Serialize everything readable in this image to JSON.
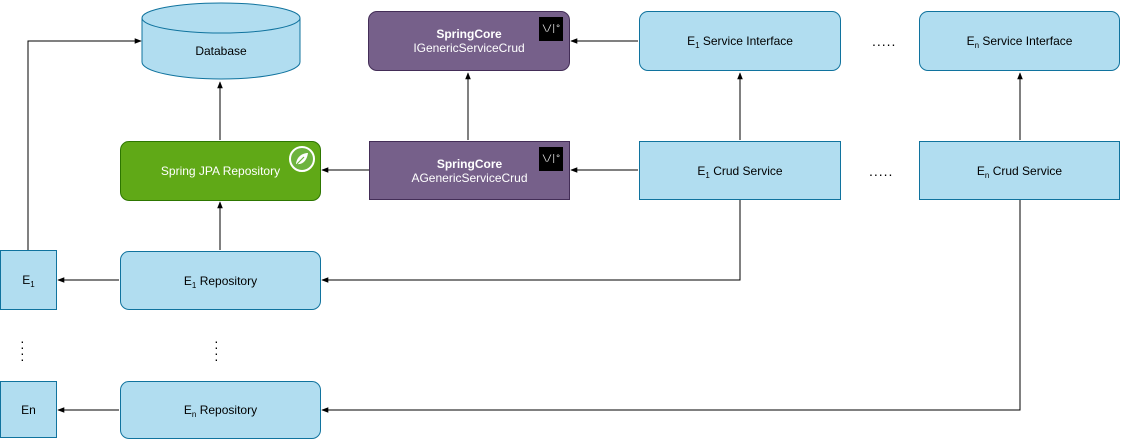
{
  "database": {
    "label": "Database"
  },
  "i_generic": {
    "title": "SpringCore",
    "subtitle": "IGenericServiceCrud"
  },
  "a_generic": {
    "title": "SpringCore",
    "subtitle": "AGenericServiceCrud"
  },
  "jpa": {
    "label": "Spring JPA Repository"
  },
  "e1_service_interface": {
    "prefix": "E",
    "sub": "1",
    "suffix": " Service Interface"
  },
  "en_service_interface": {
    "prefix": "E",
    "sub": "n",
    "suffix": " Service Interface"
  },
  "e1_crud_service": {
    "prefix": "E",
    "sub": "1",
    "suffix": " Crud Service"
  },
  "en_crud_service": {
    "prefix": "E",
    "sub": "n",
    "suffix": " Crud Service"
  },
  "e1_repository": {
    "prefix": "E",
    "sub": "1",
    "suffix": " Repository"
  },
  "en_repository": {
    "prefix": "E",
    "sub": "n",
    "suffix": " Repository"
  },
  "entity_e1": {
    "prefix": "E",
    "sub": "1"
  },
  "entity_en": {
    "label": "En"
  },
  "ellipsis_h": ".....",
  "ellipsis_v": "⋮",
  "icons": {
    "springcore": "springcore-logo-icon",
    "spring": "spring-leaf-icon"
  },
  "colors": {
    "blue_fill": "#b1ddf0",
    "blue_stroke": "#10739e",
    "purple_fill": "#76608a",
    "purple_stroke": "#432d57",
    "green_fill": "#60a917",
    "green_stroke": "#2d7600"
  }
}
